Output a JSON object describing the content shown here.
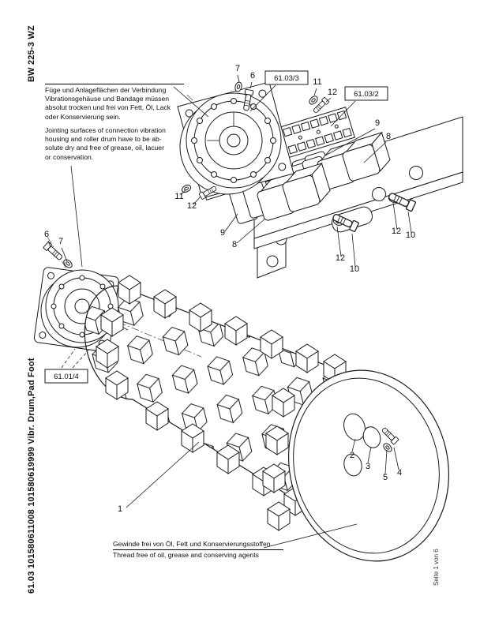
{
  "page": {
    "model": "BW 225-3 WZ",
    "section": "61.03 101580611008 101580619999 Vibr. Drum,Pad Foot",
    "page_info": "Seite 1 von 6"
  },
  "notes": {
    "joint_de": "Füge und Anlageflächen der Verbindung\nVibrationsgehäuse und Bandage müssen\nabsolut trocken und frei von Fett, Öl, Lack\noder Konservierung sein.",
    "joint_en": "Jointing surfaces of connection vibration\nhousing and roller drum have to be ab-\nsolute dry and free of grease, oil, lacuer\nor conservation.",
    "thread_de": "Gewinde frei von Öl, Fett und Konservierungsstoffen",
    "thread_en": "Thread free of oil, grease and conserving agents"
  },
  "refs": {
    "vib_unit_3": "61.03/3",
    "vib_unit_2": "61.03/2",
    "drive_unit": "61.01/4"
  },
  "callouts": {
    "n1": "1",
    "n2": "2",
    "n3": "3",
    "n4": "4",
    "n5": "5",
    "n6": "6",
    "n7": "7",
    "n8": "8",
    "n9": "9",
    "n10": "10",
    "n11": "11",
    "n12": "12"
  }
}
